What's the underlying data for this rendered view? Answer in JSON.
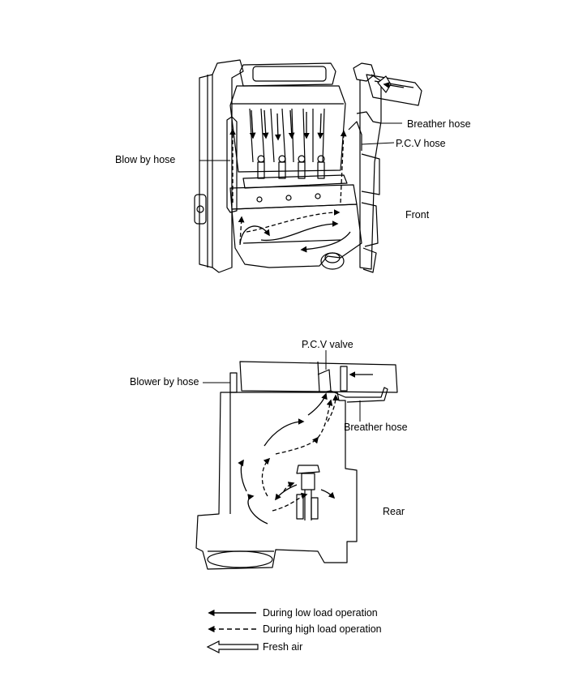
{
  "top_diagram": {
    "labels": {
      "breather_hose": "Breather hose",
      "pcv_hose": "P.C.V hose",
      "blow_by_hose": "Blow by hose",
      "front": "Front"
    }
  },
  "bottom_diagram": {
    "labels": {
      "pcv_valve": "P.C.V valve",
      "blower_by_hose": "Blower by hose",
      "breather_hose": "Breather hose",
      "rear": "Rear"
    }
  },
  "legend": {
    "items": [
      {
        "label": "During low load operation",
        "style": "solid-arrow"
      },
      {
        "label": "During high load operation",
        "style": "dashed-arrow"
      },
      {
        "label": "Fresh air",
        "style": "hollow-arrow"
      }
    ]
  },
  "colors": {
    "line": "#000000",
    "background": "#ffffff"
  }
}
